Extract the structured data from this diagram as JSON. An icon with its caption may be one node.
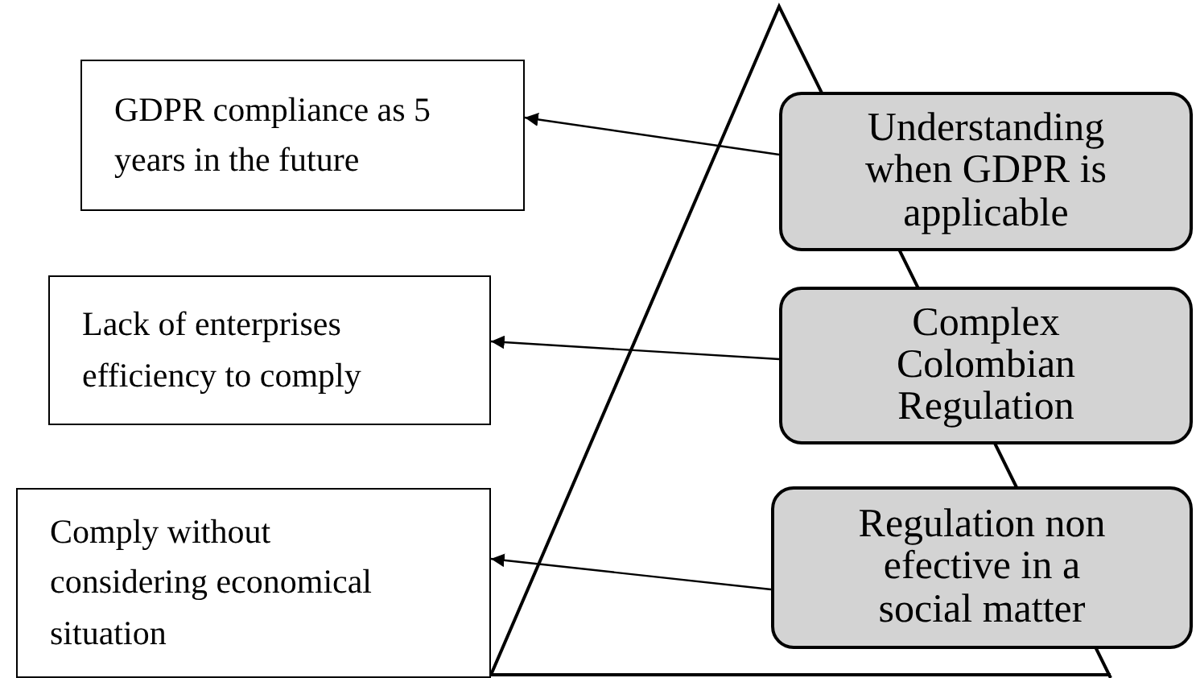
{
  "diagram": {
    "nodes": [
      {
        "text": [
          "GDPR compliance as 5 years in the future"
        ]
      },
      {
        "text": [
          "Lack of enterprises efficiency to comply"
        ]
      },
      {
        "text": [
          "Comply without considering economical situation"
        ]
      },
      {
        "text": [
          "Understanding when GDPR is applicable"
        ]
      },
      {
        "text": [
          "Complex Colombian Regulation"
        ]
      },
      {
        "text": [
          "Regulation non efective in a social matter"
        ]
      }
    ],
    "edges": [
      {
        "from": 3,
        "to": 0,
        "arrow": "to"
      },
      {
        "from": 4,
        "to": 1,
        "arrow": "to"
      },
      {
        "from": 5,
        "to": 2,
        "arrow": "to"
      }
    ]
  }
}
